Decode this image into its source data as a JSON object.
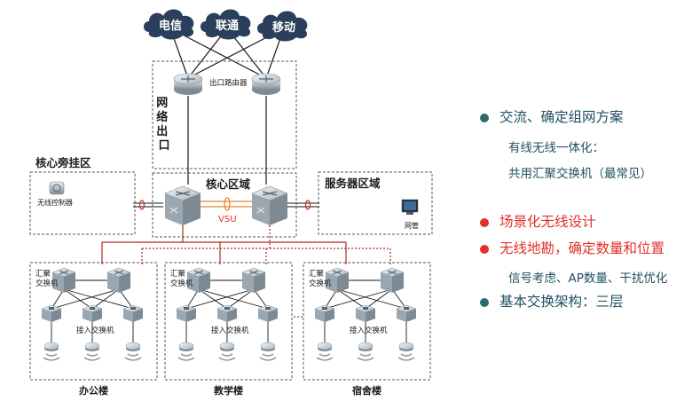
{
  "diagram": {
    "isps": [
      "电信",
      "联通",
      "移动"
    ],
    "egress_router_label": "出口路由器",
    "zones": {
      "network_egress": "网络出口",
      "core_bypass": "核心旁挂区",
      "core": "核心区域",
      "server": "服务器区域"
    },
    "wireless_controller_label": "无线控制器",
    "vsu_label": "VSU",
    "network_mgmt_label": "网管",
    "aggregation_label_line1": "汇聚",
    "aggregation_label_line2": "交换机",
    "access_switch_label": "接入交换机",
    "buildings": [
      "办公楼",
      "教学楼",
      "宿舍楼"
    ],
    "ellipsis": "…",
    "colors": {
      "cloud": "#2b3e5c",
      "device": "#9aa7b1",
      "link": "#1a1a1a",
      "red_link": "#b02a20",
      "zone_border": "#555555"
    }
  },
  "panel": {
    "bullets": [
      {
        "text": "交流、确定组网方案",
        "color": "#2d6b6b",
        "subs": [
          "有线无线一体化：",
          "共用汇聚交换机（最常见）"
        ]
      },
      {
        "text": "场景化无线设计",
        "color": "#e3302a",
        "subs": []
      },
      {
        "text": "无线地勘，确定数量和位置",
        "color": "#e3302a",
        "subs": [
          "信号考虑、AP数量、干扰优化"
        ]
      },
      {
        "text": "基本交换架构：三层",
        "color": "#2d6b6b",
        "subs": []
      }
    ]
  }
}
